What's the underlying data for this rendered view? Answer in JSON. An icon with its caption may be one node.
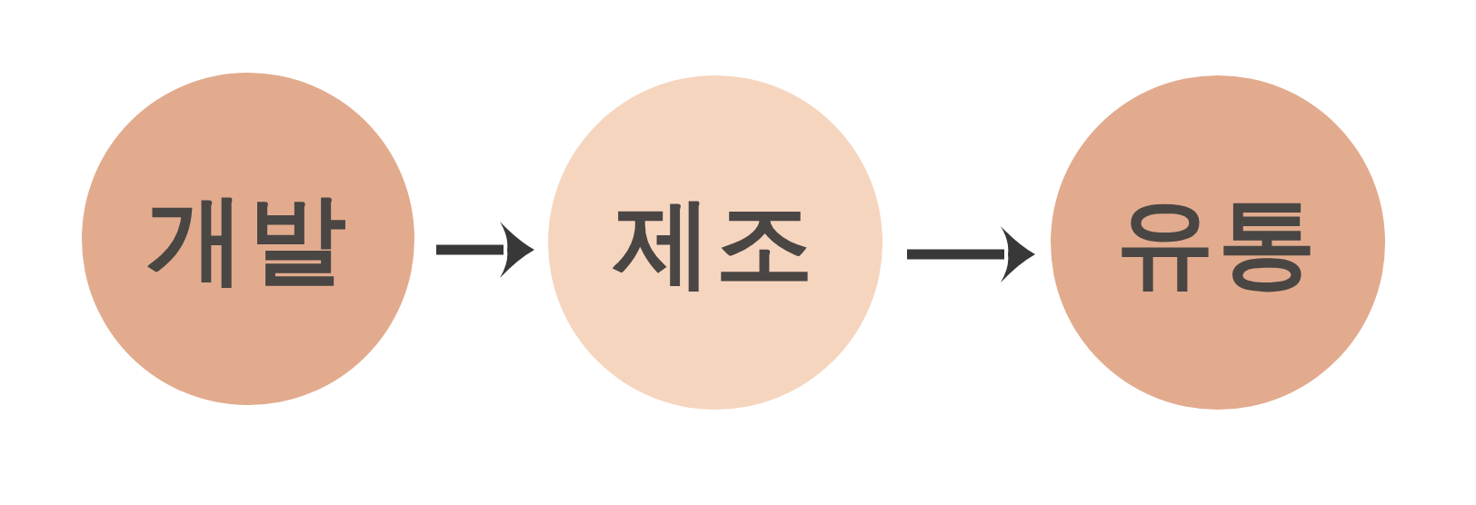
{
  "diagram": {
    "nodes": [
      {
        "text": [
          "개발"
        ]
      },
      {
        "text": [
          "제조"
        ]
      },
      {
        "text": [
          "유통"
        ]
      }
    ],
    "edges": [
      {
        "from": 0,
        "to": 1,
        "arrow": "to"
      },
      {
        "from": 1,
        "to": 2,
        "arrow": "to"
      }
    ]
  }
}
